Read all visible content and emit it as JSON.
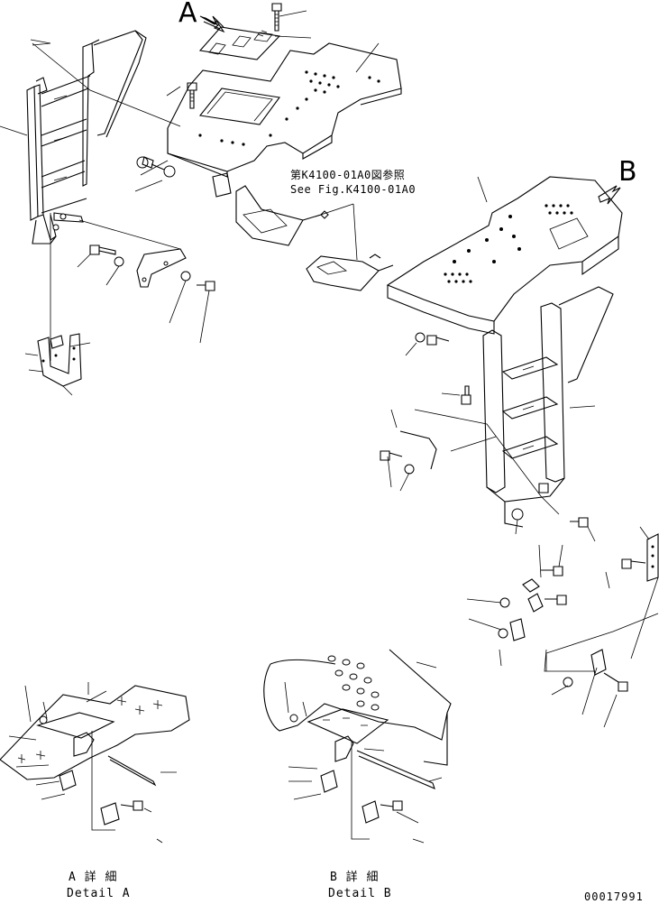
{
  "view_labels": {
    "a": "A",
    "b": "B"
  },
  "reference_note": {
    "jp": "第K4100-01A0図参照",
    "en": "See Fig.K4100-01A0"
  },
  "details": {
    "a": {
      "jp": "A 詳 細",
      "en": "Detail A"
    },
    "b": {
      "jp": "B 詳 細",
      "en": "Detail B"
    }
  },
  "drawing_number": "00017991",
  "colors": {
    "line": "#000000",
    "background": "#ffffff"
  }
}
